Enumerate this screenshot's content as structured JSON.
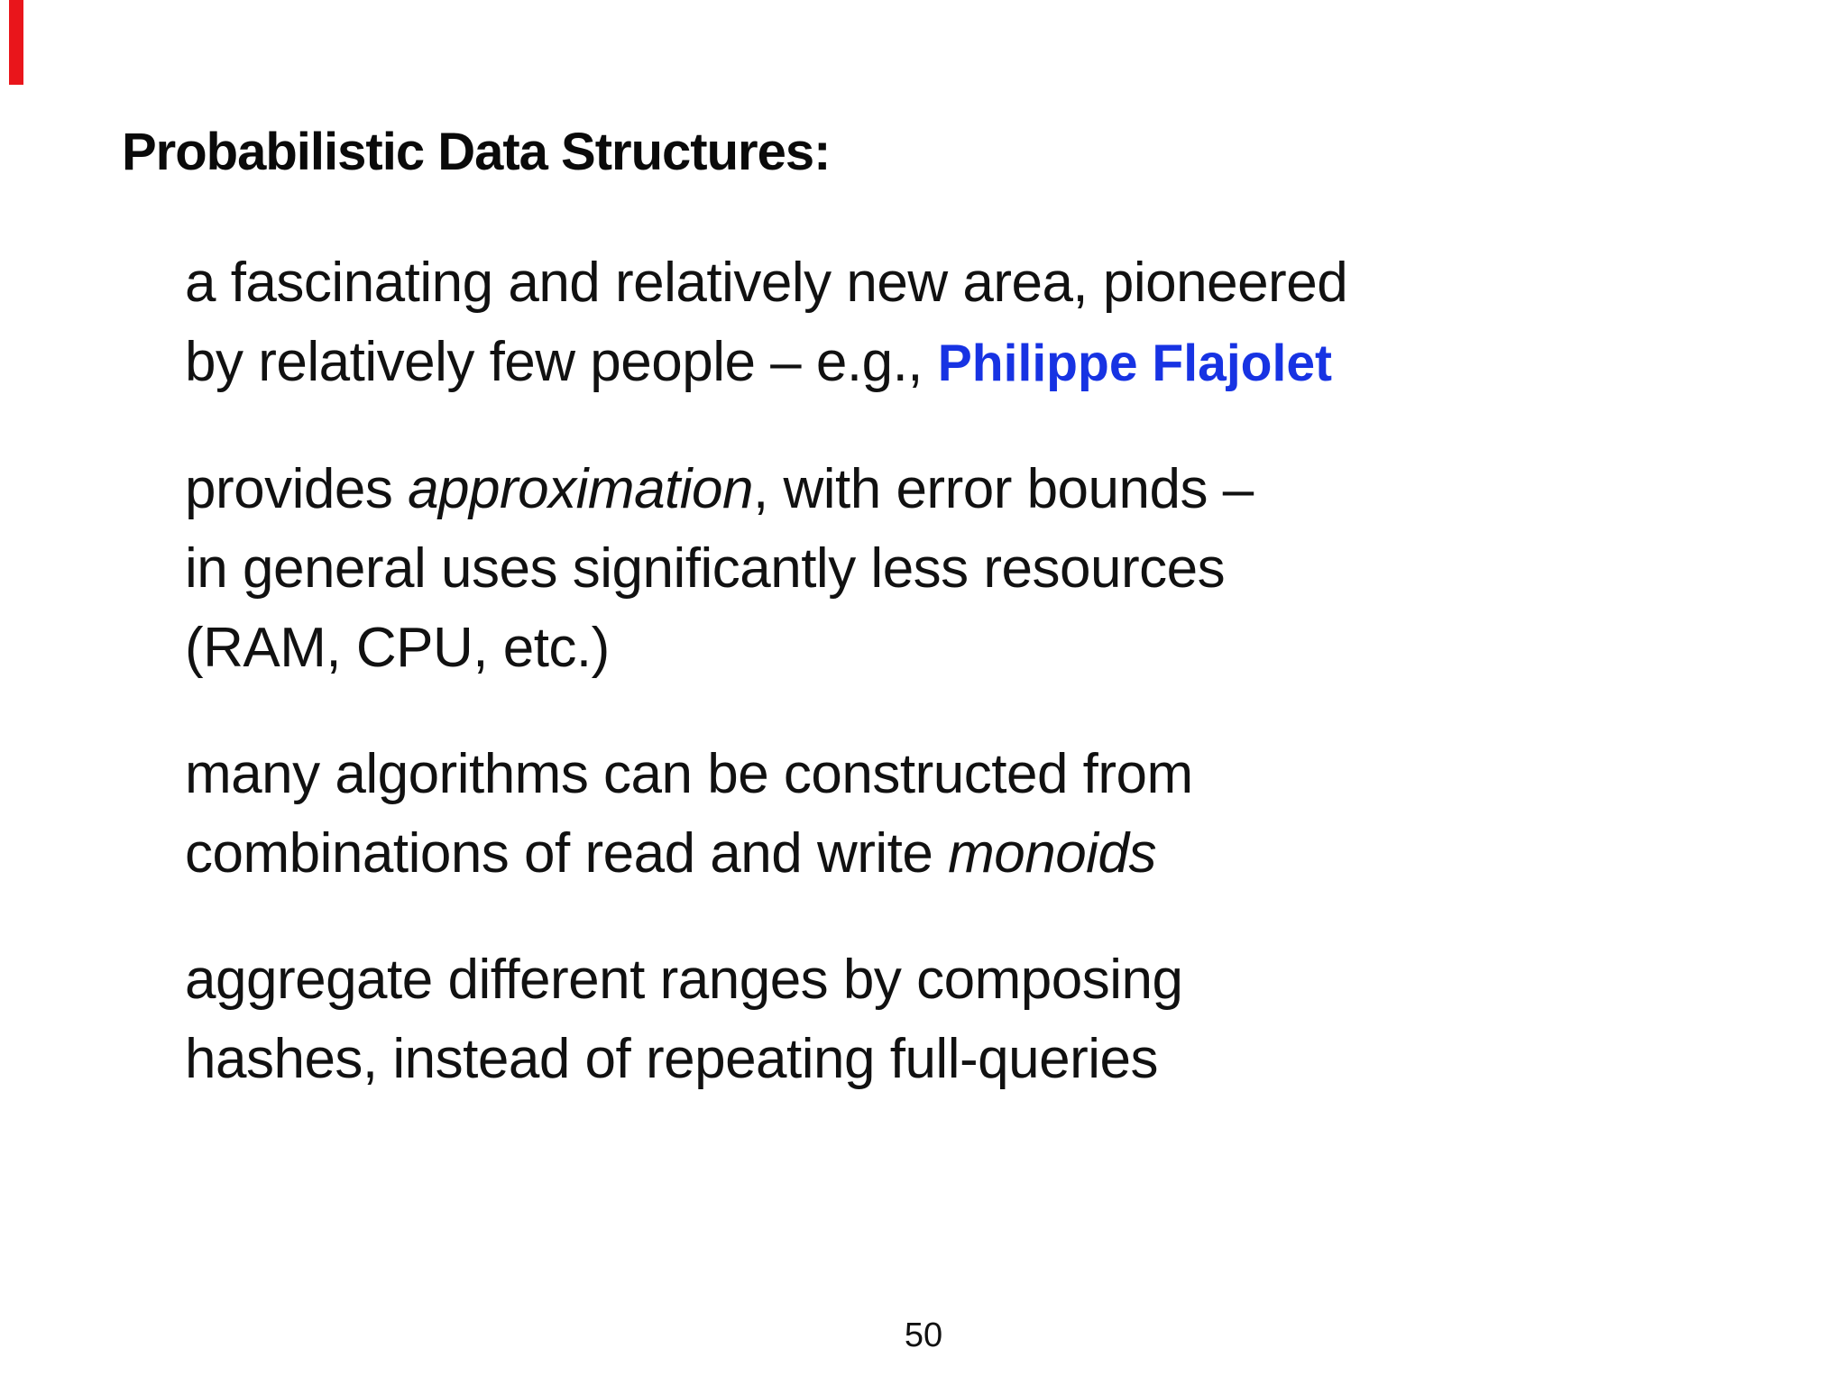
{
  "slide": {
    "title": "Probabilistic Data Structures:",
    "page_number": "50",
    "accent_colors": {
      "link_blue": "#1733e3",
      "corner_mark_red": "#e9151b"
    },
    "paragraphs": [
      {
        "lines": [
          {
            "segments": [
              {
                "text": "a fascinating and relatively new area, pioneered",
                "style": "normal"
              }
            ]
          },
          {
            "segments": [
              {
                "text": "by relatively few people – e.g., ",
                "style": "normal"
              },
              {
                "text": "Philippe Flajolet",
                "style": "blue-bold"
              }
            ]
          }
        ]
      },
      {
        "lines": [
          {
            "segments": [
              {
                "text": "provides ",
                "style": "normal"
              },
              {
                "text": "approximation",
                "style": "italic"
              },
              {
                "text": ", with error bounds –",
                "style": "normal"
              }
            ]
          },
          {
            "segments": [
              {
                "text": "in general uses significantly less resources",
                "style": "normal"
              }
            ]
          },
          {
            "segments": [
              {
                "text": "(RAM, CPU, etc.)",
                "style": "normal"
              }
            ]
          }
        ]
      },
      {
        "lines": [
          {
            "segments": [
              {
                "text": "many algorithms can be constructed from",
                "style": "normal"
              }
            ]
          },
          {
            "segments": [
              {
                "text": "combinations of read and write ",
                "style": "normal"
              },
              {
                "text": "monoids",
                "style": "italic"
              }
            ]
          }
        ]
      },
      {
        "lines": [
          {
            "segments": [
              {
                "text": "aggregate different ranges by composing",
                "style": "normal"
              }
            ]
          },
          {
            "segments": [
              {
                "text": "hashes, instead of repeating full-queries",
                "style": "normal"
              }
            ]
          }
        ]
      }
    ]
  }
}
